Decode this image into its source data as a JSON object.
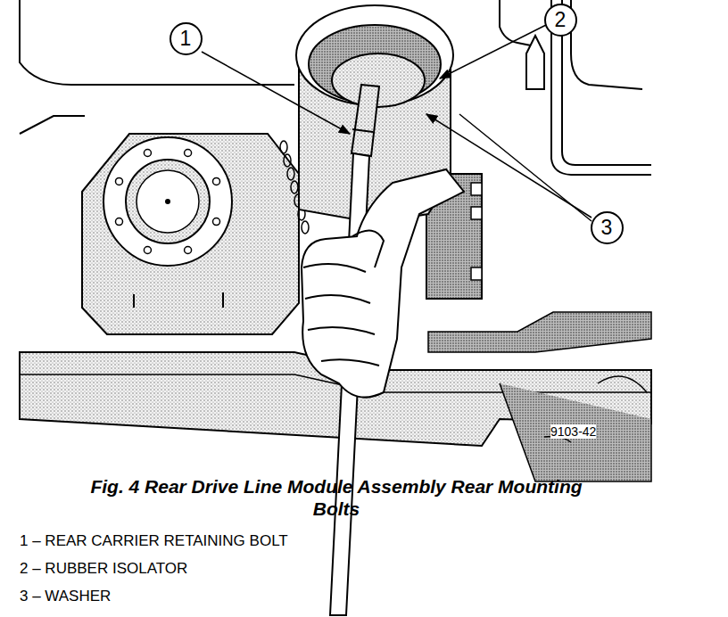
{
  "diagram": {
    "caption": "Fig. 4 Rear Drive Line Module Assembly Rear Mounting Bolts",
    "nodes": [
      {
        "text": [
          "1"
        ]
      },
      {
        "text": [
          "2"
        ]
      },
      {
        "text": [
          "3"
        ]
      }
    ],
    "labels": [
      "9103-42",
      "1 – REAR CARRIER RETAINING BOLT",
      "2 – RUBBER ISOLATOR",
      "3 – WASHER"
    ]
  }
}
